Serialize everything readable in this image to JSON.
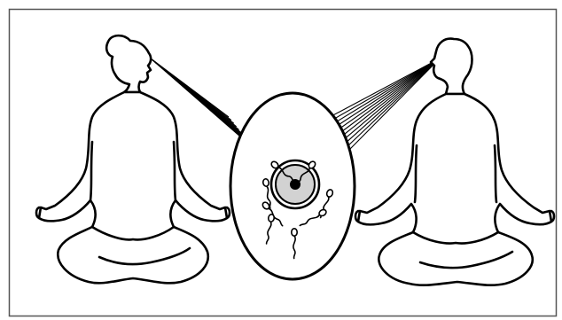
{
  "diagram": {
    "figures": [
      {
        "name": "woman-meditating",
        "icon": "meditating-woman-icon"
      },
      {
        "name": "man-meditating",
        "icon": "meditating-man-icon"
      }
    ],
    "center": {
      "icon": "egg-cell-with-sperm-icon",
      "sperm_count": 8
    },
    "connector": "converging-lines"
  },
  "colors": {
    "background": "#ffffff",
    "stroke": "#000000",
    "egg_fill": "#d2d2d2",
    "nucleus": "#000000",
    "frame": "#555555"
  }
}
